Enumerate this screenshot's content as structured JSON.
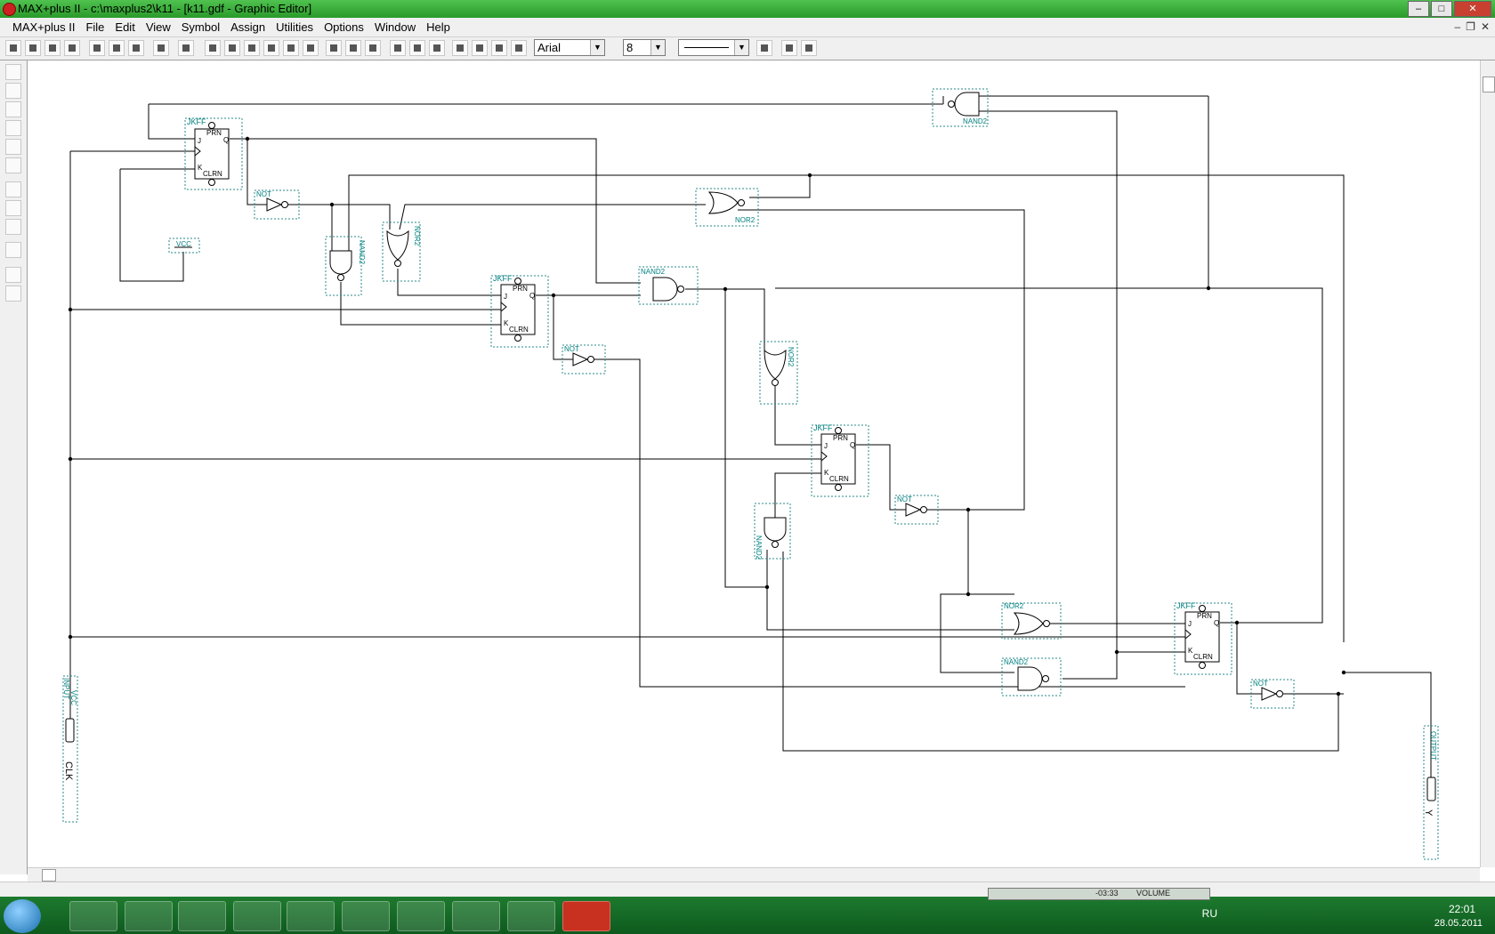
{
  "window": {
    "title": "MAX+plus II - c:\\maxplus2\\k11 - [k11.gdf - Graphic Editor]"
  },
  "menu": {
    "items": [
      {
        "label": "MAX+plus II"
      },
      {
        "label": "File"
      },
      {
        "label": "Edit"
      },
      {
        "label": "View"
      },
      {
        "label": "Symbol"
      },
      {
        "label": "Assign"
      },
      {
        "label": "Utilities"
      },
      {
        "label": "Options"
      },
      {
        "label": "Window"
      },
      {
        "label": "Help"
      }
    ]
  },
  "toolbar": {
    "font_value": "Arial",
    "size_value": "8"
  },
  "schematic": {
    "labels": {
      "jkff": "JKFF",
      "prn": "PRN",
      "clrn": "CLRN",
      "j": "J",
      "k": "K",
      "q": "Q",
      "not": "NOT",
      "nand2": "NAND2",
      "nor2": "NOR2",
      "vcc": "VCC",
      "input": "INPUT",
      "output": "OUTPUT",
      "clk": "CLK",
      "y": "Y"
    }
  },
  "taskbar": {
    "lang": "RU",
    "time": "22:01",
    "date": "28.05.2011",
    "media_time": "-03:33",
    "volume": "VOLUME"
  },
  "colors": {
    "titlebar": "#2a9a2a",
    "taskbar": "#0e5a1e",
    "teal_labels": "#008080"
  }
}
